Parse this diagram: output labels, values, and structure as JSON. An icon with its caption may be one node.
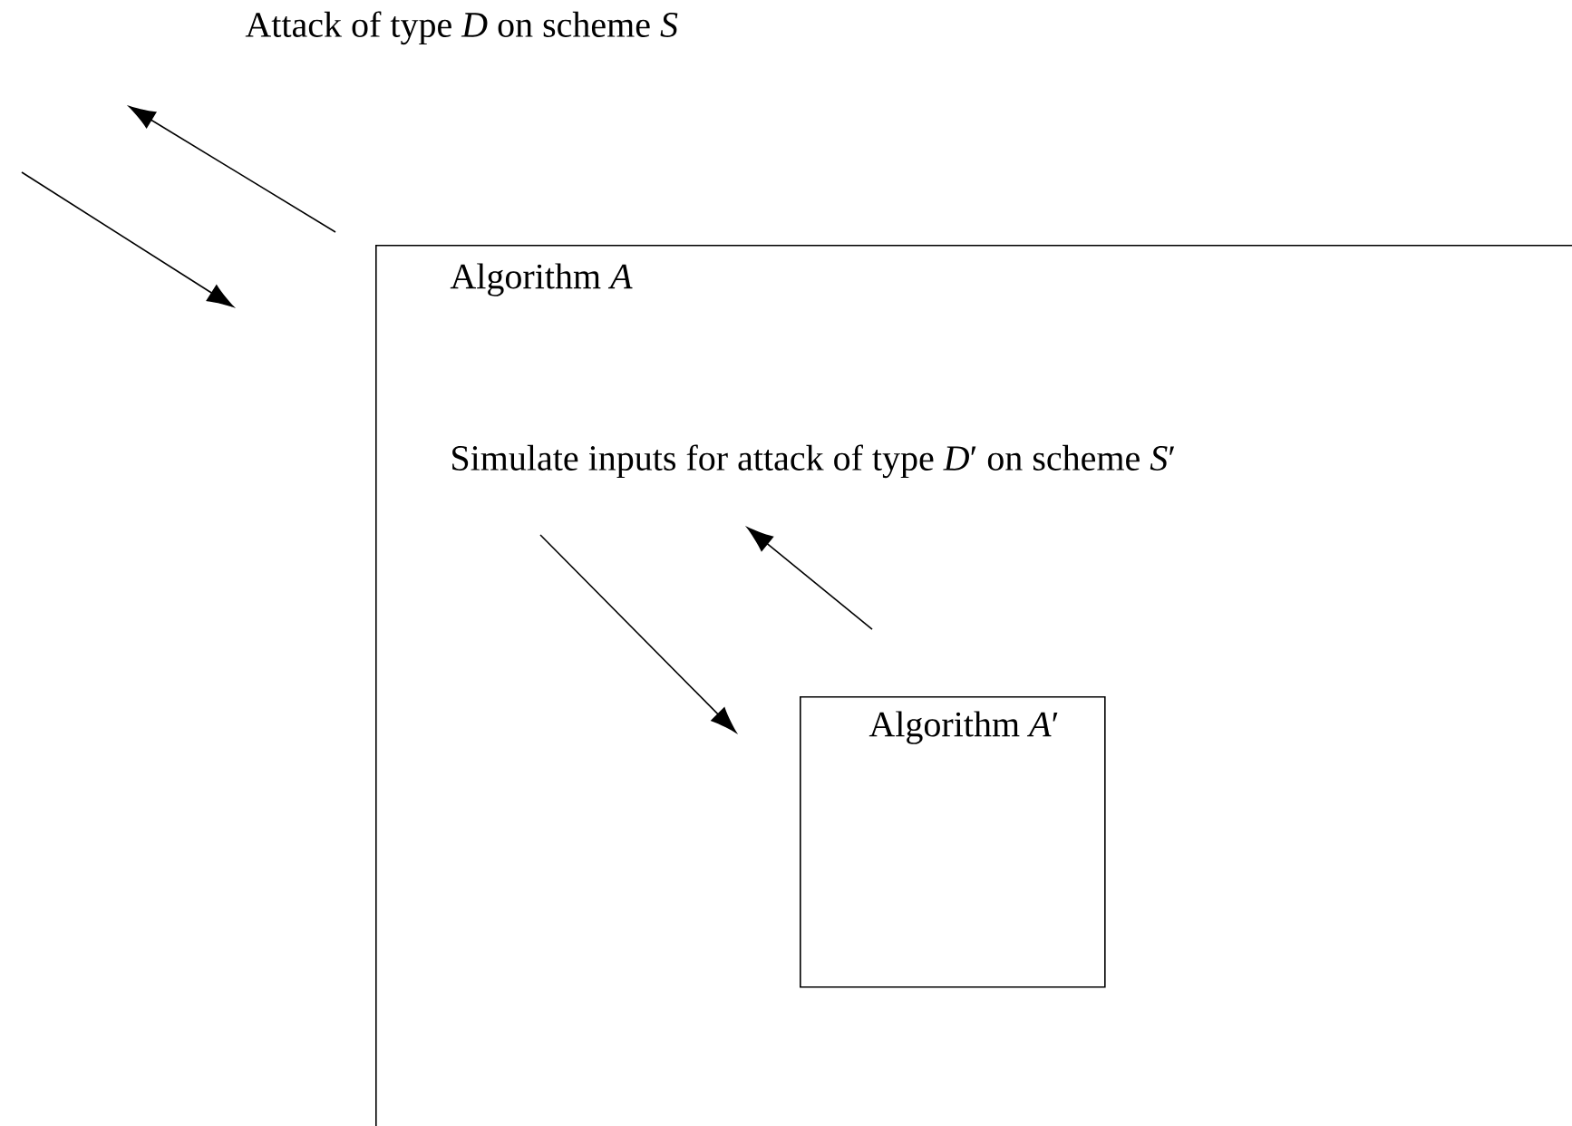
{
  "diagram": {
    "nodes": [
      {
        "text": [
          "Algorithm *A*"
        ]
      },
      {
        "text": [
          "Algorithm *A*′"
        ],
        "in": 0
      }
    ],
    "labels": [
      "Attack of type *D* on scheme *S*",
      "Simulate inputs for attack of type *D*′ on scheme *S*′"
    ]
  }
}
